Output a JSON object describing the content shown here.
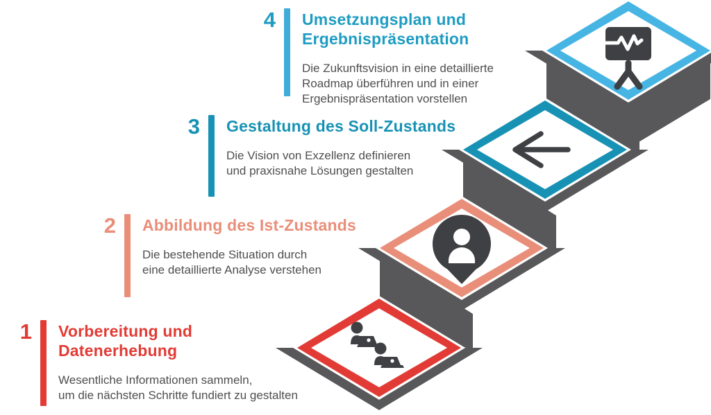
{
  "steps": [
    {
      "number": "1",
      "accent": "#E23B35",
      "bar_color": "#E23B35",
      "title_color": "#E23B35",
      "title_lines": [
        "Vorbereitung und",
        "Datenerhebung"
      ],
      "desc_lines": [
        "Wesentliche Informationen sammeln,",
        "um die nächsten Schritte fundiert zu gestalten"
      ],
      "icon": "two-people-working-icon"
    },
    {
      "number": "2",
      "accent": "#E98E79",
      "bar_color": "#E98E79",
      "title_color": "#E98E79",
      "title_lines": [
        "Abbildung des Ist-Zustands"
      ],
      "desc_lines": [
        "Die bestehende Situation durch",
        "eine detaillierte Analyse verstehen"
      ],
      "icon": "person-location-pin-icon"
    },
    {
      "number": "3",
      "accent": "#1792B5",
      "bar_color": "#1792B5",
      "title_color": "#1792B5",
      "title_lines": [
        "Gestaltung des Soll-Zustands"
      ],
      "desc_lines": [
        "Die Vision von Exzellenz definieren",
        "und praxisnahe Lösungen gestalten"
      ],
      "icon": "left-arrow-icon"
    },
    {
      "number": "4",
      "accent": "#47B5E3",
      "bar_color": "#3FACDA",
      "title_color": "#1E9CC2",
      "title_lines": [
        "Umsetzungsplan und",
        "Ergebnispräsentation"
      ],
      "desc_lines": [
        "Die Zukunftsvision in eine detaillierte",
        "Roadmap überführen und in einer",
        "Ergebnispräsentation vorstellen"
      ],
      "icon": "presentation-chart-icon"
    }
  ],
  "colors": {
    "background": "#FFFFFF",
    "step_side": "#58585A",
    "icon": "#3F4043",
    "icon_inner": "#FFFFFF",
    "diamond_face": "#FFFFFF",
    "description_text": "#4E4E4E"
  }
}
